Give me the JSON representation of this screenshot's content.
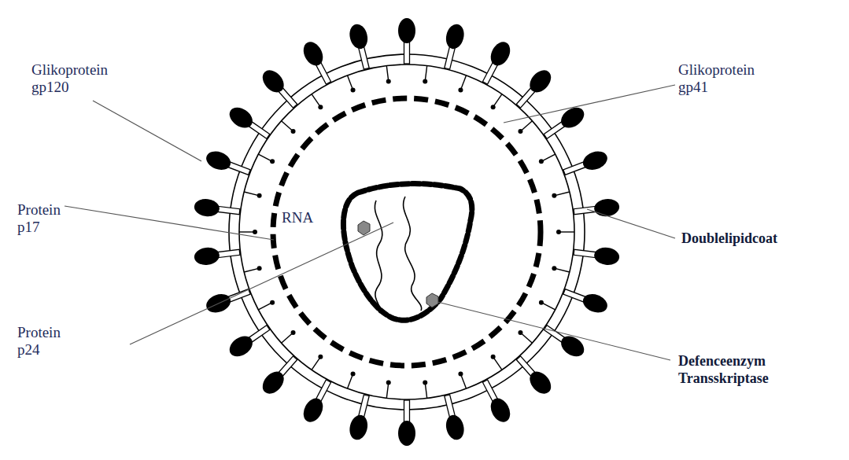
{
  "diagram": {
    "labels": [
      "Glikoprotein gp120",
      "Glikoprotein gp41",
      "Protein p17",
      "RNA",
      "Doublelipidcoat",
      "Protein p24",
      "Defenceenzym Transskriptase"
    ]
  }
}
